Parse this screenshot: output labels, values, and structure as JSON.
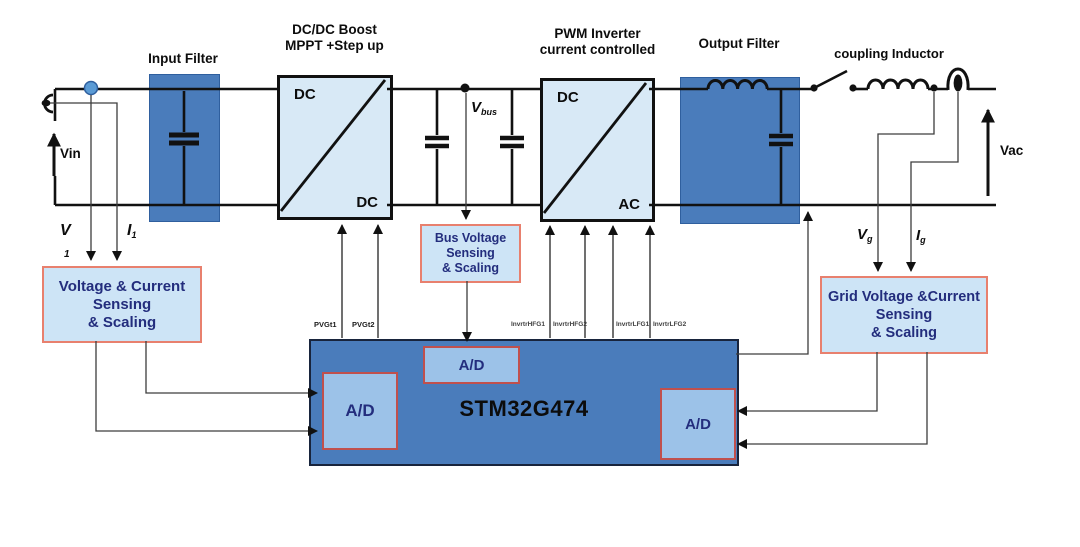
{
  "diagram": {
    "blocks": {
      "input_filter": {
        "title": "Input Filter"
      },
      "dcdc_converter": {
        "title_line1": "DC/DC Boost",
        "title_line2": "MPPT +Step up",
        "corner_in": "DC",
        "corner_out": "DC"
      },
      "pwm_inverter": {
        "title_line1": "PWM Inverter",
        "title_line2": "current controlled",
        "corner_in": "DC",
        "corner_out": "AC"
      },
      "output_filter": {
        "title": "Output Filter"
      },
      "coupling_inductor": {
        "title": "coupling Inductor"
      },
      "mcu": {
        "title": "STM32G474",
        "adc": "A/D"
      }
    },
    "sensing": {
      "pv": {
        "line1": "Voltage & Current",
        "line2": "Sensing",
        "line3": "& Scaling"
      },
      "bus": {
        "line1": "Bus Voltage",
        "line2": "Sensing",
        "line3": "& Scaling"
      },
      "grid": {
        "line1": "Grid Voltage &Current",
        "line2": "Sensing",
        "line3": "& Scaling"
      }
    },
    "signals": {
      "vin": "Vin",
      "vac": "Vac",
      "v1": {
        "base": "V",
        "sub": "1"
      },
      "i1": {
        "base": "I",
        "sub": "1"
      },
      "vbus": {
        "base": "V",
        "sub": "bus"
      },
      "vg": {
        "base": "V",
        "sub": "g"
      },
      "ig": {
        "base": "I",
        "sub": "g"
      }
    },
    "gate_signals": [
      "PVGt1",
      "PVGt2",
      "InvrtrHFG1",
      "InvrtrHFG2",
      "InvrtrLFG1",
      "InvrtrLFG2"
    ],
    "colors": {
      "steel_blue": "#4a7cbb",
      "converter_fill": "#d8e9f6",
      "sense_fill": "#cde4f6",
      "sense_border": "#e8806e",
      "adc_fill": "#9cc2e8",
      "adc_border": "#c0504d",
      "navy_text": "#232d7d",
      "node_blue": "#5b9bd5",
      "wire": "#111111"
    }
  }
}
